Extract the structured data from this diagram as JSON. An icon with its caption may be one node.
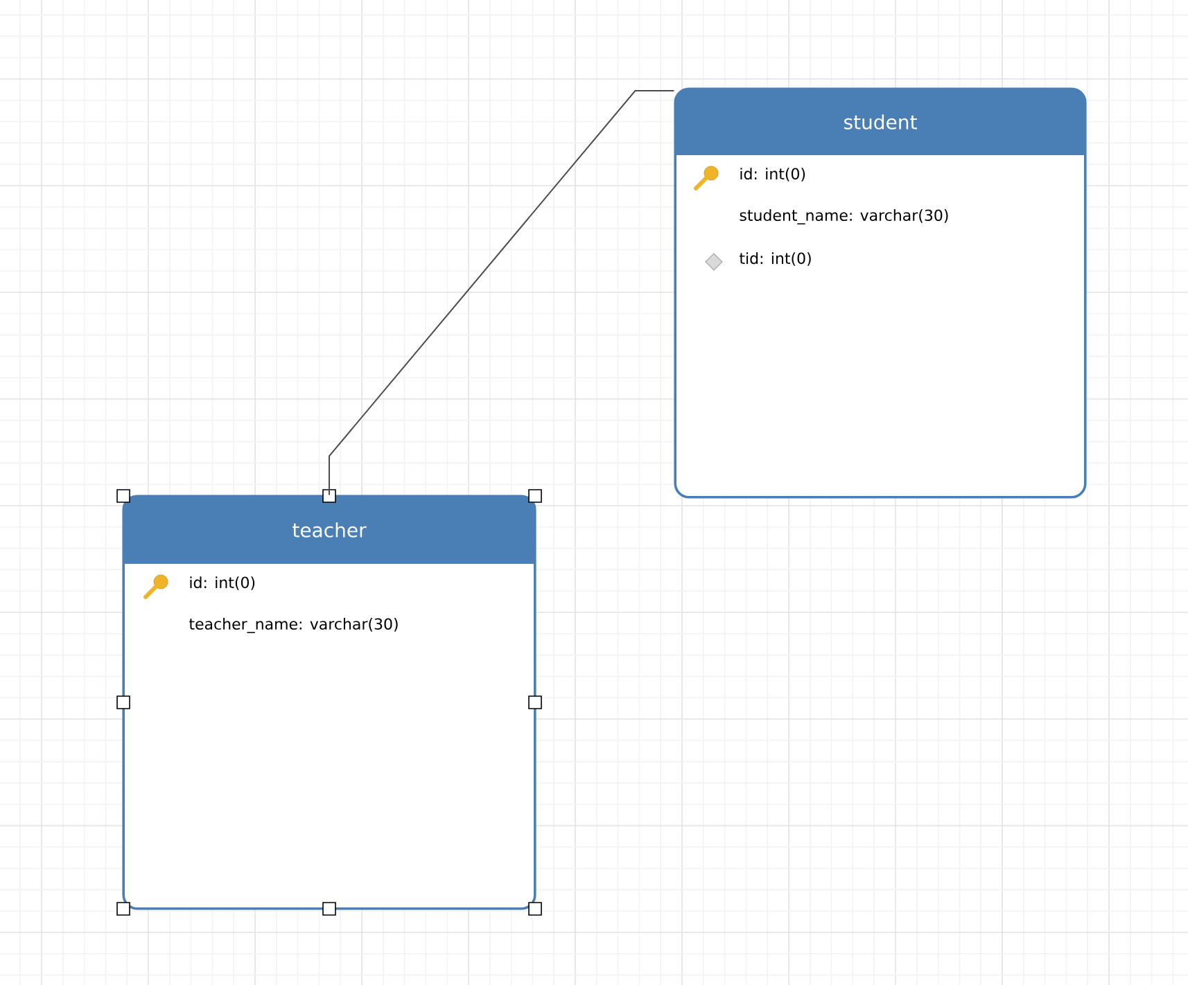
{
  "diagram": {
    "nodes": [
      {
        "text": [
          "student",
          "id: int(0)",
          "student_name: varchar(30)",
          "tid: int(0)"
        ]
      },
      {
        "text": [
          "teacher",
          "id: int(0)",
          "teacher_name: varchar(30)"
        ]
      }
    ],
    "edges": [
      {
        "from": 1,
        "to": 0,
        "arrow": "none"
      }
    ]
  }
}
